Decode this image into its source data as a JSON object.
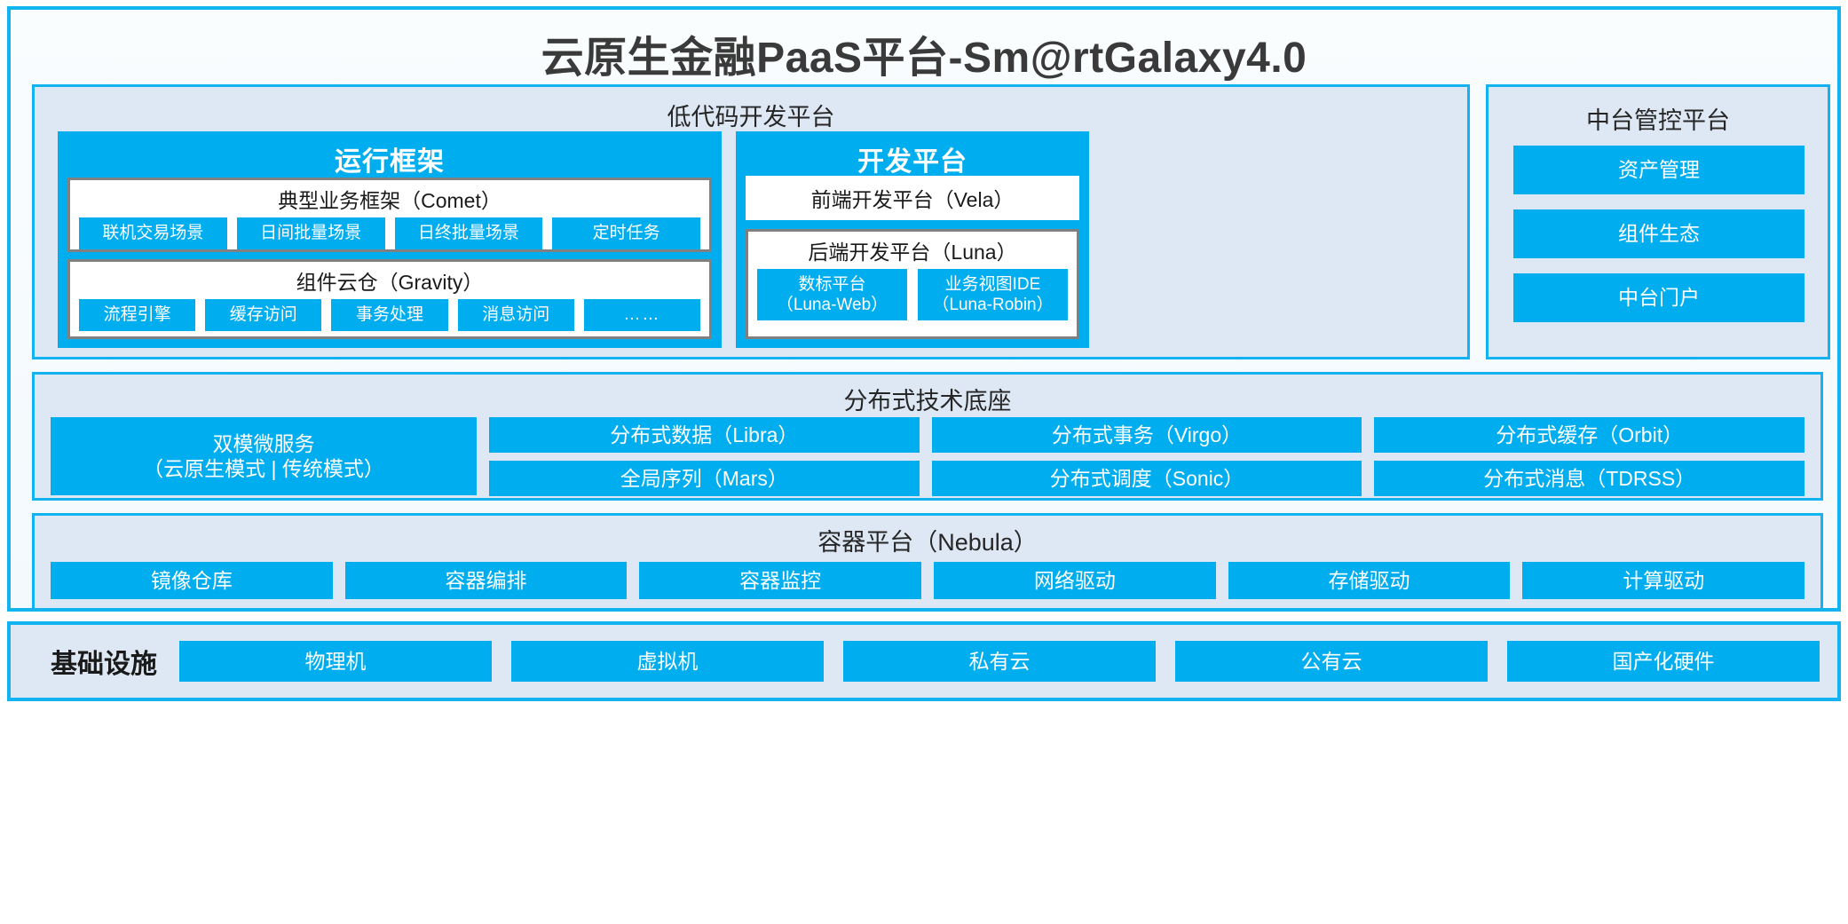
{
  "title": "云原生金融PaaS平台-Sm@rtGalaxy4.0",
  "colors": {
    "accent": "#00AEEF",
    "panel_border": "#12B3F0",
    "panel_fill": "#DEE8F4",
    "inner_border": "#808080",
    "text": "#262626"
  },
  "lowcode": {
    "title": "低代码开发平台",
    "runtime": {
      "heading": "运行框架",
      "comet": {
        "title": "典型业务框架（Comet）",
        "items": [
          "联机交易场景",
          "日间批量场景",
          "日终批量场景",
          "定时任务"
        ]
      },
      "gravity": {
        "title": "组件云仓（Gravity）",
        "items": [
          "流程引擎",
          "缓存访问",
          "事务处理",
          "消息访问",
          "……"
        ]
      }
    },
    "devplatform": {
      "heading": "开发平台",
      "frontend": "前端开发平台（Vela）",
      "backend": {
        "title": "后端开发平台（Luna）",
        "items": [
          {
            "line1": "数标平台",
            "line2": "（Luna-Web）"
          },
          {
            "line1": "业务视图IDE",
            "line2": "（Luna-Robin）"
          }
        ]
      }
    }
  },
  "midplatform": {
    "title": "中台管控平台",
    "items": [
      "资产管理",
      "组件生态",
      "中台门户"
    ]
  },
  "distributed": {
    "title": "分布式技术底座",
    "dual_mode": {
      "line1": "双模微服务",
      "line2": "（云原生模式 | 传统模式）"
    },
    "columns": [
      [
        "分布式数据（Libra）",
        "全局序列（Mars）"
      ],
      [
        "分布式事务（Virgo）",
        "分布式调度（Sonic）"
      ],
      [
        "分布式缓存（Orbit）",
        "分布式消息（TDRSS）"
      ]
    ]
  },
  "container": {
    "title": "容器平台（Nebula）",
    "items": [
      "镜像仓库",
      "容器编排",
      "容器监控",
      "网络驱动",
      "存储驱动",
      "计算驱动"
    ]
  },
  "infrastructure": {
    "label": "基础设施",
    "items": [
      "物理机",
      "虚拟机",
      "私有云",
      "公有云",
      "国产化硬件"
    ]
  }
}
